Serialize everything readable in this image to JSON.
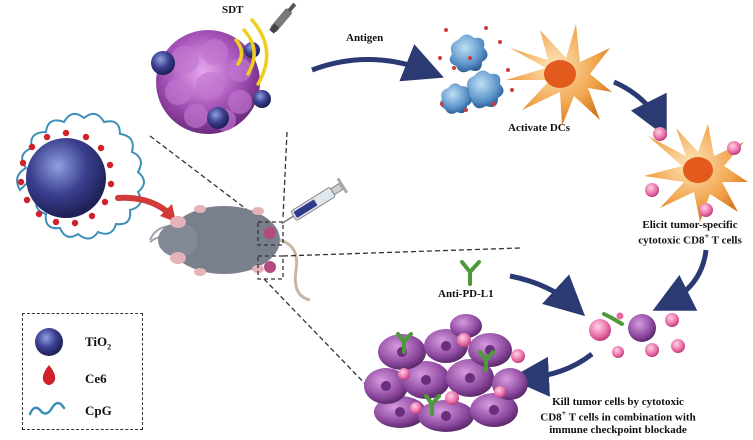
{
  "labels": {
    "sdt": "SDT",
    "antigen": "Antigen",
    "activate_dcs": "Activate DCs",
    "elicit_line1": "Elicit tumor-specific",
    "elicit_line2_pre": "cytotoxic CD8",
    "elicit_line2_sup": "+",
    "elicit_line2_post": " T cells",
    "anti_pd_l1": "Anti-PD-L1",
    "kill_line1": "Kill tumor cells by cytotoxic",
    "kill_line2_pre": "CD8",
    "kill_line2_sup": "+",
    "kill_line2_post": " T cells in combination with",
    "kill_line3": "immune checkpoint blockade"
  },
  "legend": {
    "tio2_base": "TiO",
    "tio2_sub": "2",
    "ce6": "Ce6",
    "cpg": "CpG"
  },
  "colors": {
    "arrow_blue": "#2b3a73",
    "arrow_red": "#d23a3a",
    "tumor_purple": "#a653b8",
    "nanoparticle": "#3b3f8f",
    "ce6_red": "#d0212b",
    "cpg_blue": "#3d8fb8",
    "dc_orange": "#f1a34a",
    "tcell_purple": "#8e4aa0",
    "antibody_green": "#4e9a3a",
    "pink_cell": "#e86aa6"
  }
}
